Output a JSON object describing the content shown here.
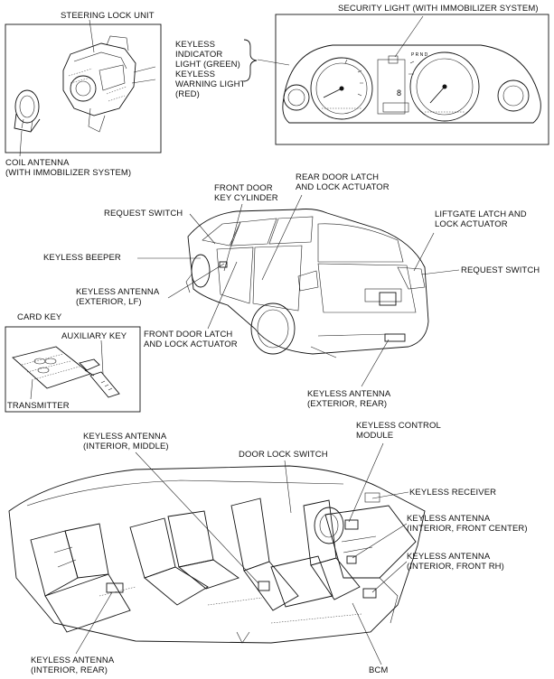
{
  "labels": {
    "steering_lock_unit": "STEERING LOCK UNIT",
    "coil_antenna_1": "COIL ANTENNA",
    "coil_antenna_2": "(WITH IMMOBILIZER SYSTEM)",
    "security_light": "SECURITY LIGHT (WITH IMMOBILIZER SYSTEM)",
    "keyless_indicator_1": "KEYLESS",
    "keyless_indicator_2": "INDICATOR",
    "keyless_indicator_3": "LIGHT (GREEN)",
    "keyless_warning_1": "KEYLESS",
    "keyless_warning_2": "WARNING LIGHT",
    "keyless_warning_3": "(RED)",
    "rear_door_latch_1": "REAR DOOR LATCH",
    "rear_door_latch_2": "AND LOCK ACTUATOR",
    "front_door_cyl_1": "FRONT DOOR",
    "front_door_cyl_2": "KEY CYLINDER",
    "request_switch_front": "REQUEST SWITCH",
    "liftgate_1": "LIFTGATE LATCH AND",
    "liftgate_2": "LOCK ACTUATOR",
    "request_switch_rear": "REQUEST SWITCH",
    "keyless_beeper": "KEYLESS BEEPER",
    "antenna_ext_lf_1": "KEYLESS ANTENNA",
    "antenna_ext_lf_2": "(EXTERIOR, LF)",
    "card_key": "CARD KEY",
    "auxiliary_key": "AUXILIARY KEY",
    "transmitter": "TRANSMITTER",
    "front_door_latch_1": "FRONT DOOR LATCH",
    "front_door_latch_2": "AND LOCK ACTUATOR",
    "antenna_ext_rear_1": "KEYLESS ANTENNA",
    "antenna_ext_rear_2": "(EXTERIOR, REAR)",
    "antenna_int_middle_1": "KEYLESS ANTENNA",
    "antenna_int_middle_2": "(INTERIOR, MIDDLE)",
    "control_module_1": "KEYLESS CONTROL",
    "control_module_2": "MODULE",
    "door_lock_switch": "DOOR LOCK SWITCH",
    "keyless_receiver": "KEYLESS RECEIVER",
    "antenna_front_center_1": "KEYLESS ANTENNA",
    "antenna_front_center_2": "(INTERIOR, FRONT CENTER)",
    "antenna_front_rh_1": "KEYLESS ANTENNA",
    "antenna_front_rh_2": "(INTERIOR, FRONT RH)",
    "antenna_int_rear_1": "KEYLESS ANTENNA",
    "antenna_int_rear_2": "(INTERIOR, REAR)",
    "bcm": "BCM"
  },
  "cluster": {
    "gear_display": "8",
    "shift_letters": "P R N D"
  }
}
